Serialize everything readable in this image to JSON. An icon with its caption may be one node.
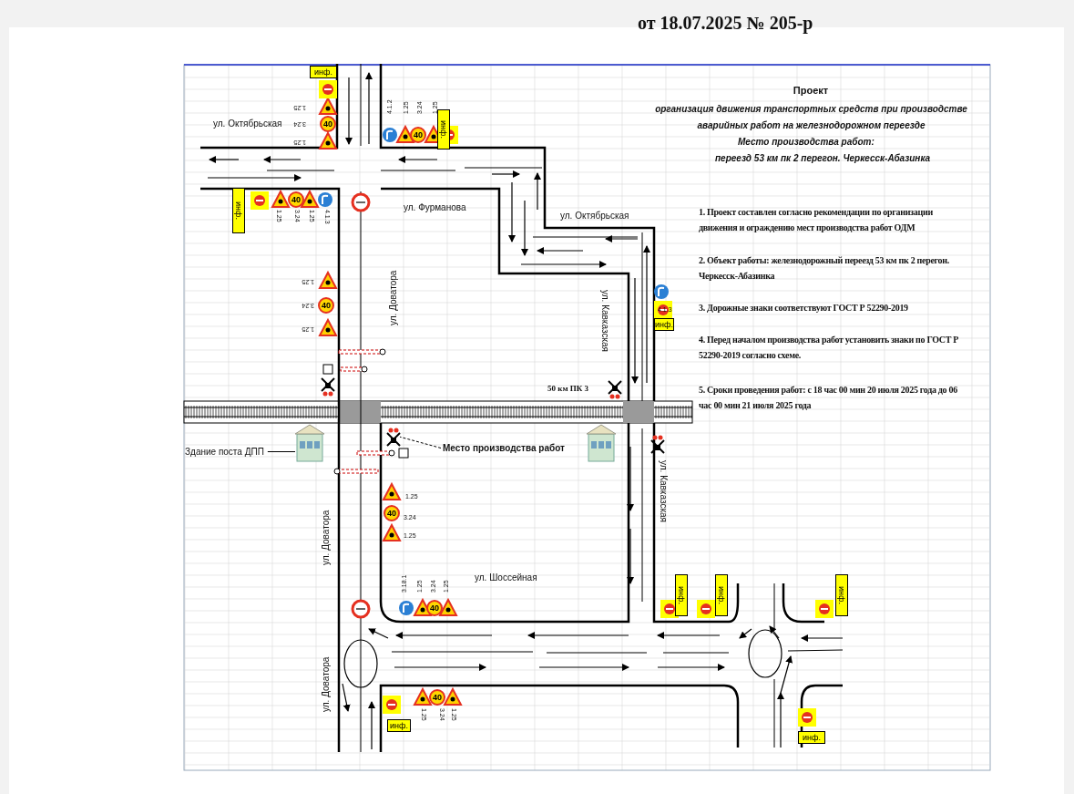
{
  "diagram": {
    "title": "Проект",
    "nodes": [
      {
        "text": [
          "Здание поста ДПП"
        ]
      },
      {
        "text": [],
        "shape": "picture"
      },
      {
        "text": [
          "Место производства работ"
        ]
      },
      {
        "text": [
          "инф."
        ]
      },
      {
        "text": [
          "инф."
        ]
      },
      {
        "text": [
          "инф."
        ]
      },
      {
        "text": [
          "инф."
        ]
      },
      {
        "text": [
          "инф."
        ]
      },
      {
        "text": [
          "инф."
        ]
      },
      {
        "text": [
          "инф."
        ]
      },
      {
        "text": [
          "инф."
        ]
      },
      {
        "text": [
          "инф."
        ]
      },
      {
        "text": [
          "40"
        ],
        "beside": [
          "3.24"
        ]
      },
      {
        "text": [
          "40"
        ],
        "beside": [
          "3.24"
        ]
      },
      {
        "text": [
          "40"
        ],
        "beside": [
          "3.24"
        ]
      },
      {
        "text": [
          "40"
        ],
        "beside": [
          "3.24"
        ]
      },
      {
        "text": [
          "40"
        ],
        "beside": [
          "3.24"
        ]
      },
      {
        "text": [
          "40"
        ],
        "beside": [
          "3.24"
        ]
      },
      {
        "text": [
          "40"
        ],
        "beside": [
          "3.24"
        ]
      },
      {
        "text": [],
        "shape": "picture"
      }
    ],
    "edges": [
      {
        "from": 0,
        "to": 1,
        "arrow": "none"
      },
      {
        "from": 2,
        "to": 19,
        "arrow": "none",
        "style": "dashed"
      }
    ],
    "labels": [
      "от 18.07.2025 № 205-р",
      "организация движения транспортных средств при производстве аварийных работ на железнодорожном переезде",
      "Место производства работ:",
      "переезд 53 км пк 2 перегон. Черкесск-Абазинка",
      "1. Проект  составлен согласно рекомендации по организации движения и ограждению мест производства работ ОДМ",
      "2. Объект работы: железнодорожный переезд 53 км пк 2 перегон. Черкесск-Абазинка",
      "3. Дорожные знаки соответствуют ГОСТ Р 52290-2019",
      "4. Перед началом производства работ установить знаки по ГОСТ Р 52290-2019 согласно схеме.",
      "5. Сроки проведения работ: с 18 час 00 мин 20 июля 2025 года до 06 час 00 мин 21 июля 2025 года",
      "ул. Октябрьская",
      "1.25",
      "1.25",
      "4.1.2",
      "1.25",
      "1.25",
      "1.25",
      "1.25",
      "4.1.3",
      "ул. Фурманова",
      "ул. Октябрьская",
      "1.25",
      "1.25",
      "ул. Доватора",
      "ул. Кавказская",
      "4.1.3",
      "50 км ПК 3",
      "ул. Кавказская",
      "1.25",
      "1.25",
      "ул. Доватора",
      "ул. Шоссейная",
      "3.18.1",
      "1.25",
      "1.25",
      "ул. Доватора",
      "1.25",
      "1.25"
    ]
  }
}
